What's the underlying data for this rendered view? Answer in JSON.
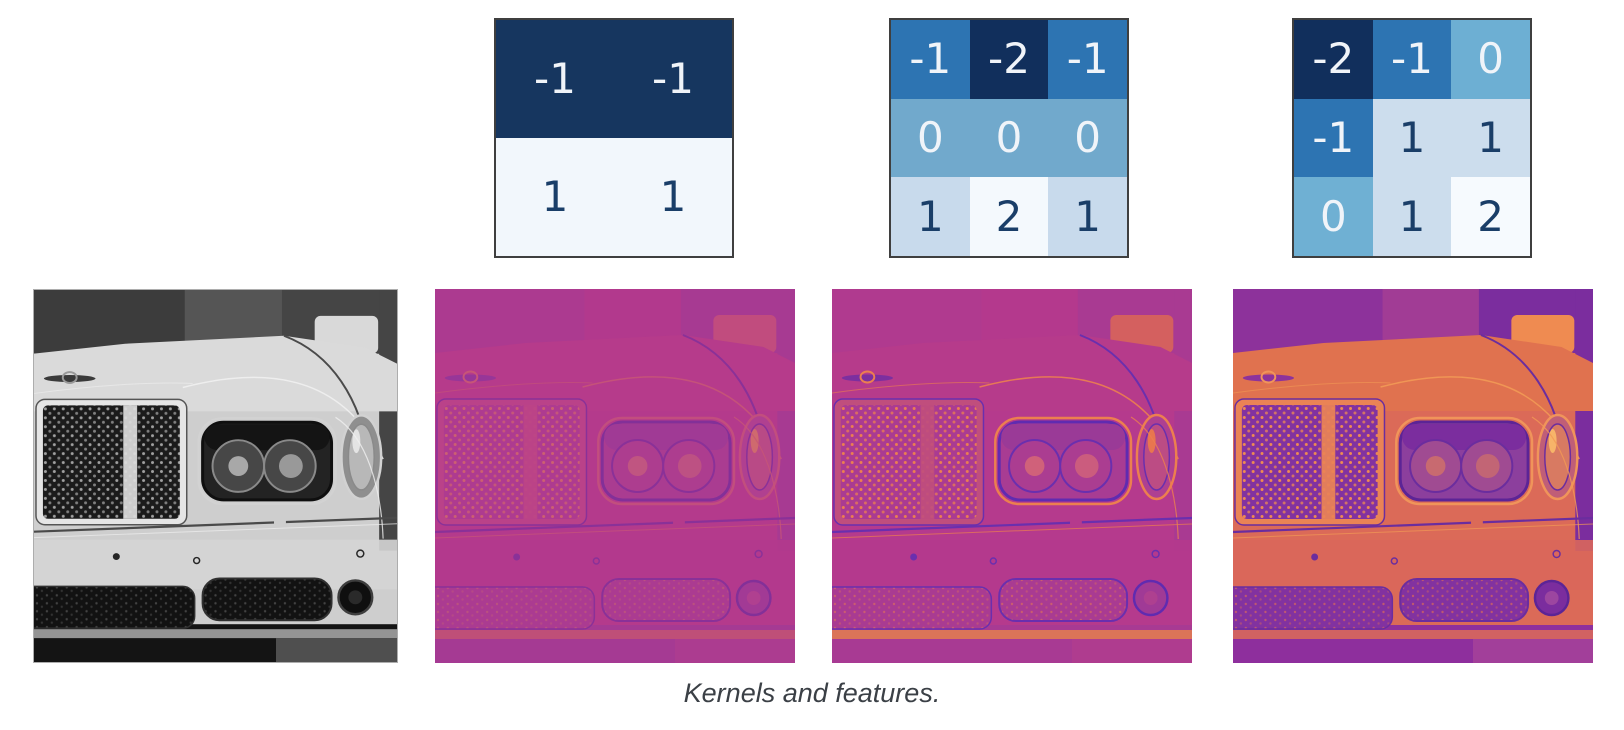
{
  "figure": {
    "caption": "Kernels and features."
  },
  "kernels": [
    {
      "name": "kernel-2x2",
      "cols": 2,
      "cells": [
        {
          "v": "-1",
          "bg": "#16365f",
          "fg": "#f0f4f9"
        },
        {
          "v": "-1",
          "bg": "#16365f",
          "fg": "#f0f4f9"
        },
        {
          "v": "1",
          "bg": "#f2f7fc",
          "fg": "#1a3e68"
        },
        {
          "v": "1",
          "bg": "#f2f7fc",
          "fg": "#1a3e68"
        }
      ]
    },
    {
      "name": "kernel-3x3-horizontal-sobel",
      "cols": 3,
      "cells": [
        {
          "v": "-1",
          "bg": "#2d74b2",
          "fg": "#f0f4f9"
        },
        {
          "v": "-2",
          "bg": "#112f5c",
          "fg": "#f0f4f9"
        },
        {
          "v": "-1",
          "bg": "#2d74b2",
          "fg": "#f0f4f9"
        },
        {
          "v": "0",
          "bg": "#71a9cc",
          "fg": "#f0f4f9"
        },
        {
          "v": "0",
          "bg": "#71a9cc",
          "fg": "#f0f4f9"
        },
        {
          "v": "0",
          "bg": "#71a9cc",
          "fg": "#f0f4f9"
        },
        {
          "v": "1",
          "bg": "#c8daec",
          "fg": "#1a3e68"
        },
        {
          "v": "2",
          "bg": "#f4f9fd",
          "fg": "#1a3e68"
        },
        {
          "v": "1",
          "bg": "#c8daec",
          "fg": "#1a3e68"
        }
      ]
    },
    {
      "name": "kernel-3x3-diagonal",
      "cols": 3,
      "cells": [
        {
          "v": "-2",
          "bg": "#112f5c",
          "fg": "#f0f4f9"
        },
        {
          "v": "-1",
          "bg": "#2d74b2",
          "fg": "#f0f4f9"
        },
        {
          "v": "0",
          "bg": "#6dafd3",
          "fg": "#f0f4f9"
        },
        {
          "v": "-1",
          "bg": "#2d74b2",
          "fg": "#f0f4f9"
        },
        {
          "v": "1",
          "bg": "#ccdded",
          "fg": "#1a3e68"
        },
        {
          "v": "1",
          "bg": "#ccdded",
          "fg": "#1a3e68"
        },
        {
          "v": "0",
          "bg": "#6fb0d3",
          "fg": "#f0f4f9"
        },
        {
          "v": "1",
          "bg": "#ccdded",
          "fg": "#1a3e68"
        },
        {
          "v": "2",
          "bg": "#f6fafe",
          "fg": "#1a3e68"
        }
      ]
    }
  ],
  "panels": [
    {
      "id": "original",
      "name": "grayscale-car-photo",
      "palette": "photo"
    },
    {
      "id": "feature-1",
      "name": "feature-map-2x2-kernel",
      "palette": "feature1"
    },
    {
      "id": "feature-2",
      "name": "feature-map-sobel-kernel",
      "palette": "feature2"
    },
    {
      "id": "feature-3",
      "name": "feature-map-diagonal-kernel",
      "palette": "feature3"
    }
  ],
  "colors": {
    "page_bg": "#ffffff",
    "kernel_border": "#3f3f3f",
    "caption_text": "#3b4046",
    "feature_base_magenta": "#b43a8c",
    "feature_edge_orange": "#ec7f4f",
    "feature_edge_purple": "#6a2fae"
  },
  "palettes": {
    "photo": {
      "top": "#3c3c3c",
      "topMid": "#585858",
      "sideDark": "#454545",
      "bgLight": "#d9d9d9",
      "hood": "#dadada",
      "body": "#cecece",
      "bumper": "#d5d5d5",
      "lineDark": "#4a4a4a",
      "lineLight": "#f0f0f0",
      "lineHood": "#f0f0f0",
      "emblemDark": "#3a3a3a",
      "emblemLight": "#9a9a9a",
      "grilleRim": "#e5e5e5",
      "grilleEdge": "#555555",
      "grilleFill": "#1b1b1b",
      "grilleDot": "#a0a0a0",
      "divider": "#dcdcdc",
      "chrome": "#d2d2d2",
      "housingFill": "#232323",
      "housingRim": "#0f0f0f",
      "housingTop": "#141414",
      "lensFill": "#474747",
      "lensRing": "#8a8a8a",
      "lensInner": "#a8a8a8",
      "sideFill": "#8f8f8f",
      "sideInner": "#b8b8b8",
      "sideHi": "#e4e4e4",
      "sensor": "#262626",
      "intakeFill": "#121212",
      "intakeRim": "#303030",
      "intakeDot": "#585858",
      "fogFill": "#0f0f0f",
      "fogRim": "#3e3e3e",
      "fogInner": "#2a2a2a",
      "bottomDark": "#141414",
      "bottomHi": "#a2a2a2",
      "bottomMid": "#5e5e5e"
    },
    "feature1": {
      "top": "#ac3a90",
      "topMid": "#b23a8d",
      "sideDark": "#a73a92",
      "bgLight": "#c14c7e",
      "hood": "#b63b8b",
      "body": "#b43a8c",
      "bumper": "#b33a8d",
      "lineDark": "#8a3198",
      "lineLight": "#c75577",
      "lineHood": "#c75577",
      "emblemDark": "#973698",
      "emblemLight": "#c75577",
      "grilleRim": "#ba4289",
      "grilleEdge": "#8a3198",
      "grilleFill": "#ae3b90",
      "grilleDot": "#cd6070",
      "divider": "#bc4487",
      "chrome": "#c24e7e",
      "housingFill": "#aa3c91",
      "housingRim": "#833098",
      "housingTop": "#a03a95",
      "lensFill": "#ad3d8f",
      "lensRing": "#8a3198",
      "lensInner": "#c05581",
      "sideFill": "#b04090",
      "sideInner": "#b94a86",
      "sideHi": "#cf6a6e",
      "sensor": "#8a3198",
      "intakeFill": "#ab3b91",
      "intakeRim": "#8a3198",
      "intakeDot": "#c25a77",
      "fogFill": "#a23a95",
      "fogRim": "#833098",
      "fogInner": "#b04090",
      "bottomDark": "#a53a93",
      "bottomHi": "#c25276",
      "bottomMid": "#ae3d90"
    },
    "feature2": {
      "top": "#b03a8f",
      "topMid": "#b53a8d",
      "sideDark": "#a93a92",
      "bgLight": "#d4605f",
      "hood": "#b63b8b",
      "body": "#b53a8d",
      "bumper": "#b43a8d",
      "lineDark": "#6a2fae",
      "lineLight": "#ec7f4f",
      "lineHood": "#ec7f4f",
      "emblemDark": "#7c2f9f",
      "emblemLight": "#ec7f4f",
      "grilleRim": "#c04e7d",
      "grilleEdge": "#6a2fae",
      "grilleFill": "#aa3b92",
      "grilleDot": "#ec7f4f",
      "divider": "#c04e7d",
      "chrome": "#ec7f4f",
      "housingFill": "#a83c93",
      "housingRim": "#602bb0",
      "housingTop": "#9a3a97",
      "lensFill": "#ab3d91",
      "lensRing": "#6a2fae",
      "lensInner": "#d0617a",
      "sideFill": "#ae4091",
      "sideInner": "#bc4c84",
      "sideHi": "#e8764f",
      "sensor": "#6a2fae",
      "intakeFill": "#a93b92",
      "intakeRim": "#6a2fae",
      "intakeDot": "#da6a60",
      "fogFill": "#a03a96",
      "fogRim": "#602bb0",
      "fogInner": "#ae4090",
      "bottomDark": "#a83a93",
      "bottomHi": "#e07b52",
      "bottomMid": "#b03d8f"
    },
    "feature3": {
      "top": "#8d329b",
      "topMid": "#a33d95",
      "sideDark": "#7b2d9e",
      "bgLight": "#ef8b51",
      "hood": "#e0724f",
      "body": "#db6a58",
      "bumper": "#d9675b",
      "lineDark": "#6b2d9e",
      "lineLight": "#f29a55",
      "lineHood": "#f29a55",
      "emblemDark": "#8d329b",
      "emblemLight": "#f0945a",
      "grilleRim": "#ea8355",
      "grilleEdge": "#6b2d9e",
      "grilleFill": "#8232a0",
      "grilleDot": "#ef8b51",
      "divider": "#ea8355",
      "chrome": "#f0945a",
      "housingFill": "#8c3f9d",
      "housingRim": "#5c2496",
      "housingTop": "#7b2d9e",
      "lensFill": "#a04b92",
      "lensRing": "#6b2d9e",
      "lensInner": "#c86a70",
      "sideFill": "#c05e77",
      "sideInner": "#d87a62",
      "sideHi": "#f7b469",
      "sensor": "#6b2d9e",
      "intakeFill": "#8232a0",
      "intakeRim": "#6b2d9e",
      "intakeDot": "#d8685c",
      "fogFill": "#7b2d9e",
      "fogRim": "#5c2496",
      "fogInner": "#9c46a0",
      "bottomDark": "#8e2f9d",
      "bottomHi": "#d8685c",
      "bottomMid": "#a8439a"
    }
  }
}
